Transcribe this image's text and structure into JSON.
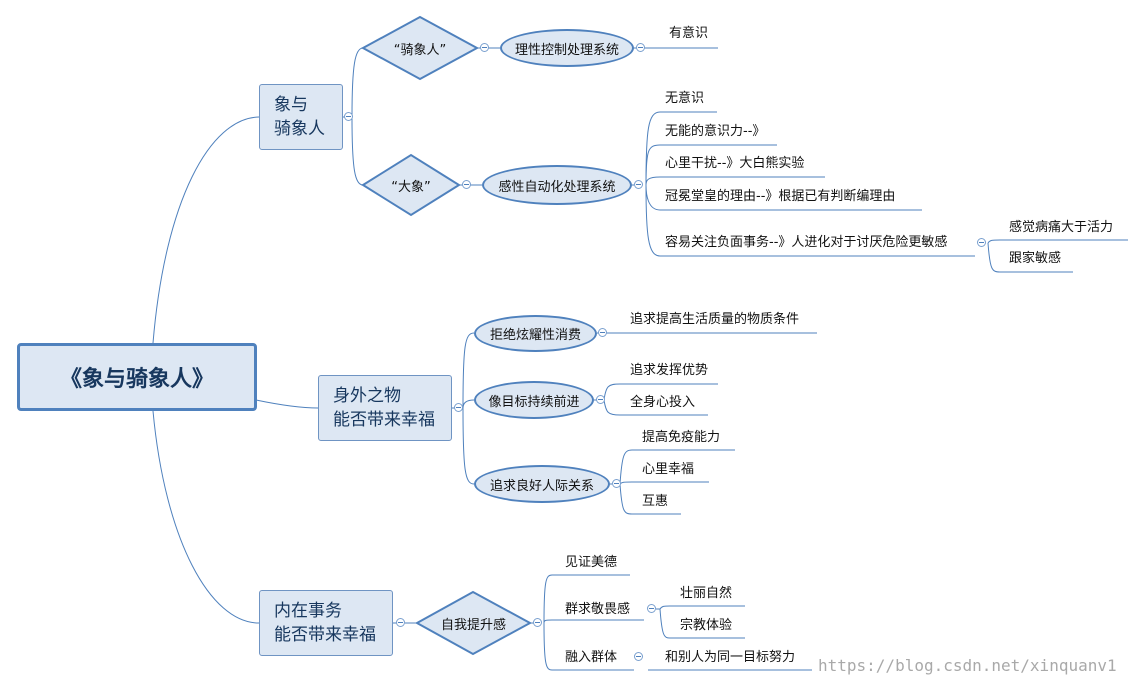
{
  "root": {
    "label": "《象与骑象人》"
  },
  "branches": {
    "b1": {
      "label_line1": "象与",
      "label_line2": "骑象人",
      "rider": {
        "label": "“骑象人”",
        "system": "理性控制处理系统",
        "leaf": "有意识"
      },
      "elephant": {
        "label": "“大象”",
        "system": "感性自动化处理系统",
        "leaves": [
          "无意识",
          "无能的意识力--》",
          "心里干扰--》大白熊实验",
          "冠冕堂皇的理由--》根据已有判断编理由",
          "容易关注负面事务--》人进化对于讨厌危险更敏感"
        ],
        "subleaves": [
          "感觉病痛大于活力",
          "跟家敏感"
        ]
      }
    },
    "b2": {
      "label_line1": "身外之物",
      "label_line2": "能否带来幸福",
      "items": [
        {
          "label": "拒绝炫耀性消费",
          "leaves": [
            "追求提高生活质量的物质条件"
          ]
        },
        {
          "label": "像目标持续前进",
          "leaves": [
            "追求发挥优势",
            "全身心投入"
          ]
        },
        {
          "label": "追求良好人际关系",
          "leaves": [
            "提高免疫能力",
            "心里幸福",
            "互惠"
          ]
        }
      ]
    },
    "b3": {
      "label_line1": "内在事务",
      "label_line2": "能否带来幸福",
      "center": "自我提升感",
      "items": [
        "见证美德",
        "群求敬畏感",
        "融入群体"
      ],
      "awe_leaves": [
        "壮丽自然",
        "宗教体验"
      ],
      "group_leaf": "和别人为同一目标努力"
    }
  },
  "watermark": "https://blog.csdn.net/xinquanv1",
  "colors": {
    "node_fill": "#dde7f3",
    "node_border": "#4f81bd",
    "line": "#4f81bd",
    "text_dark": "#17375e"
  }
}
